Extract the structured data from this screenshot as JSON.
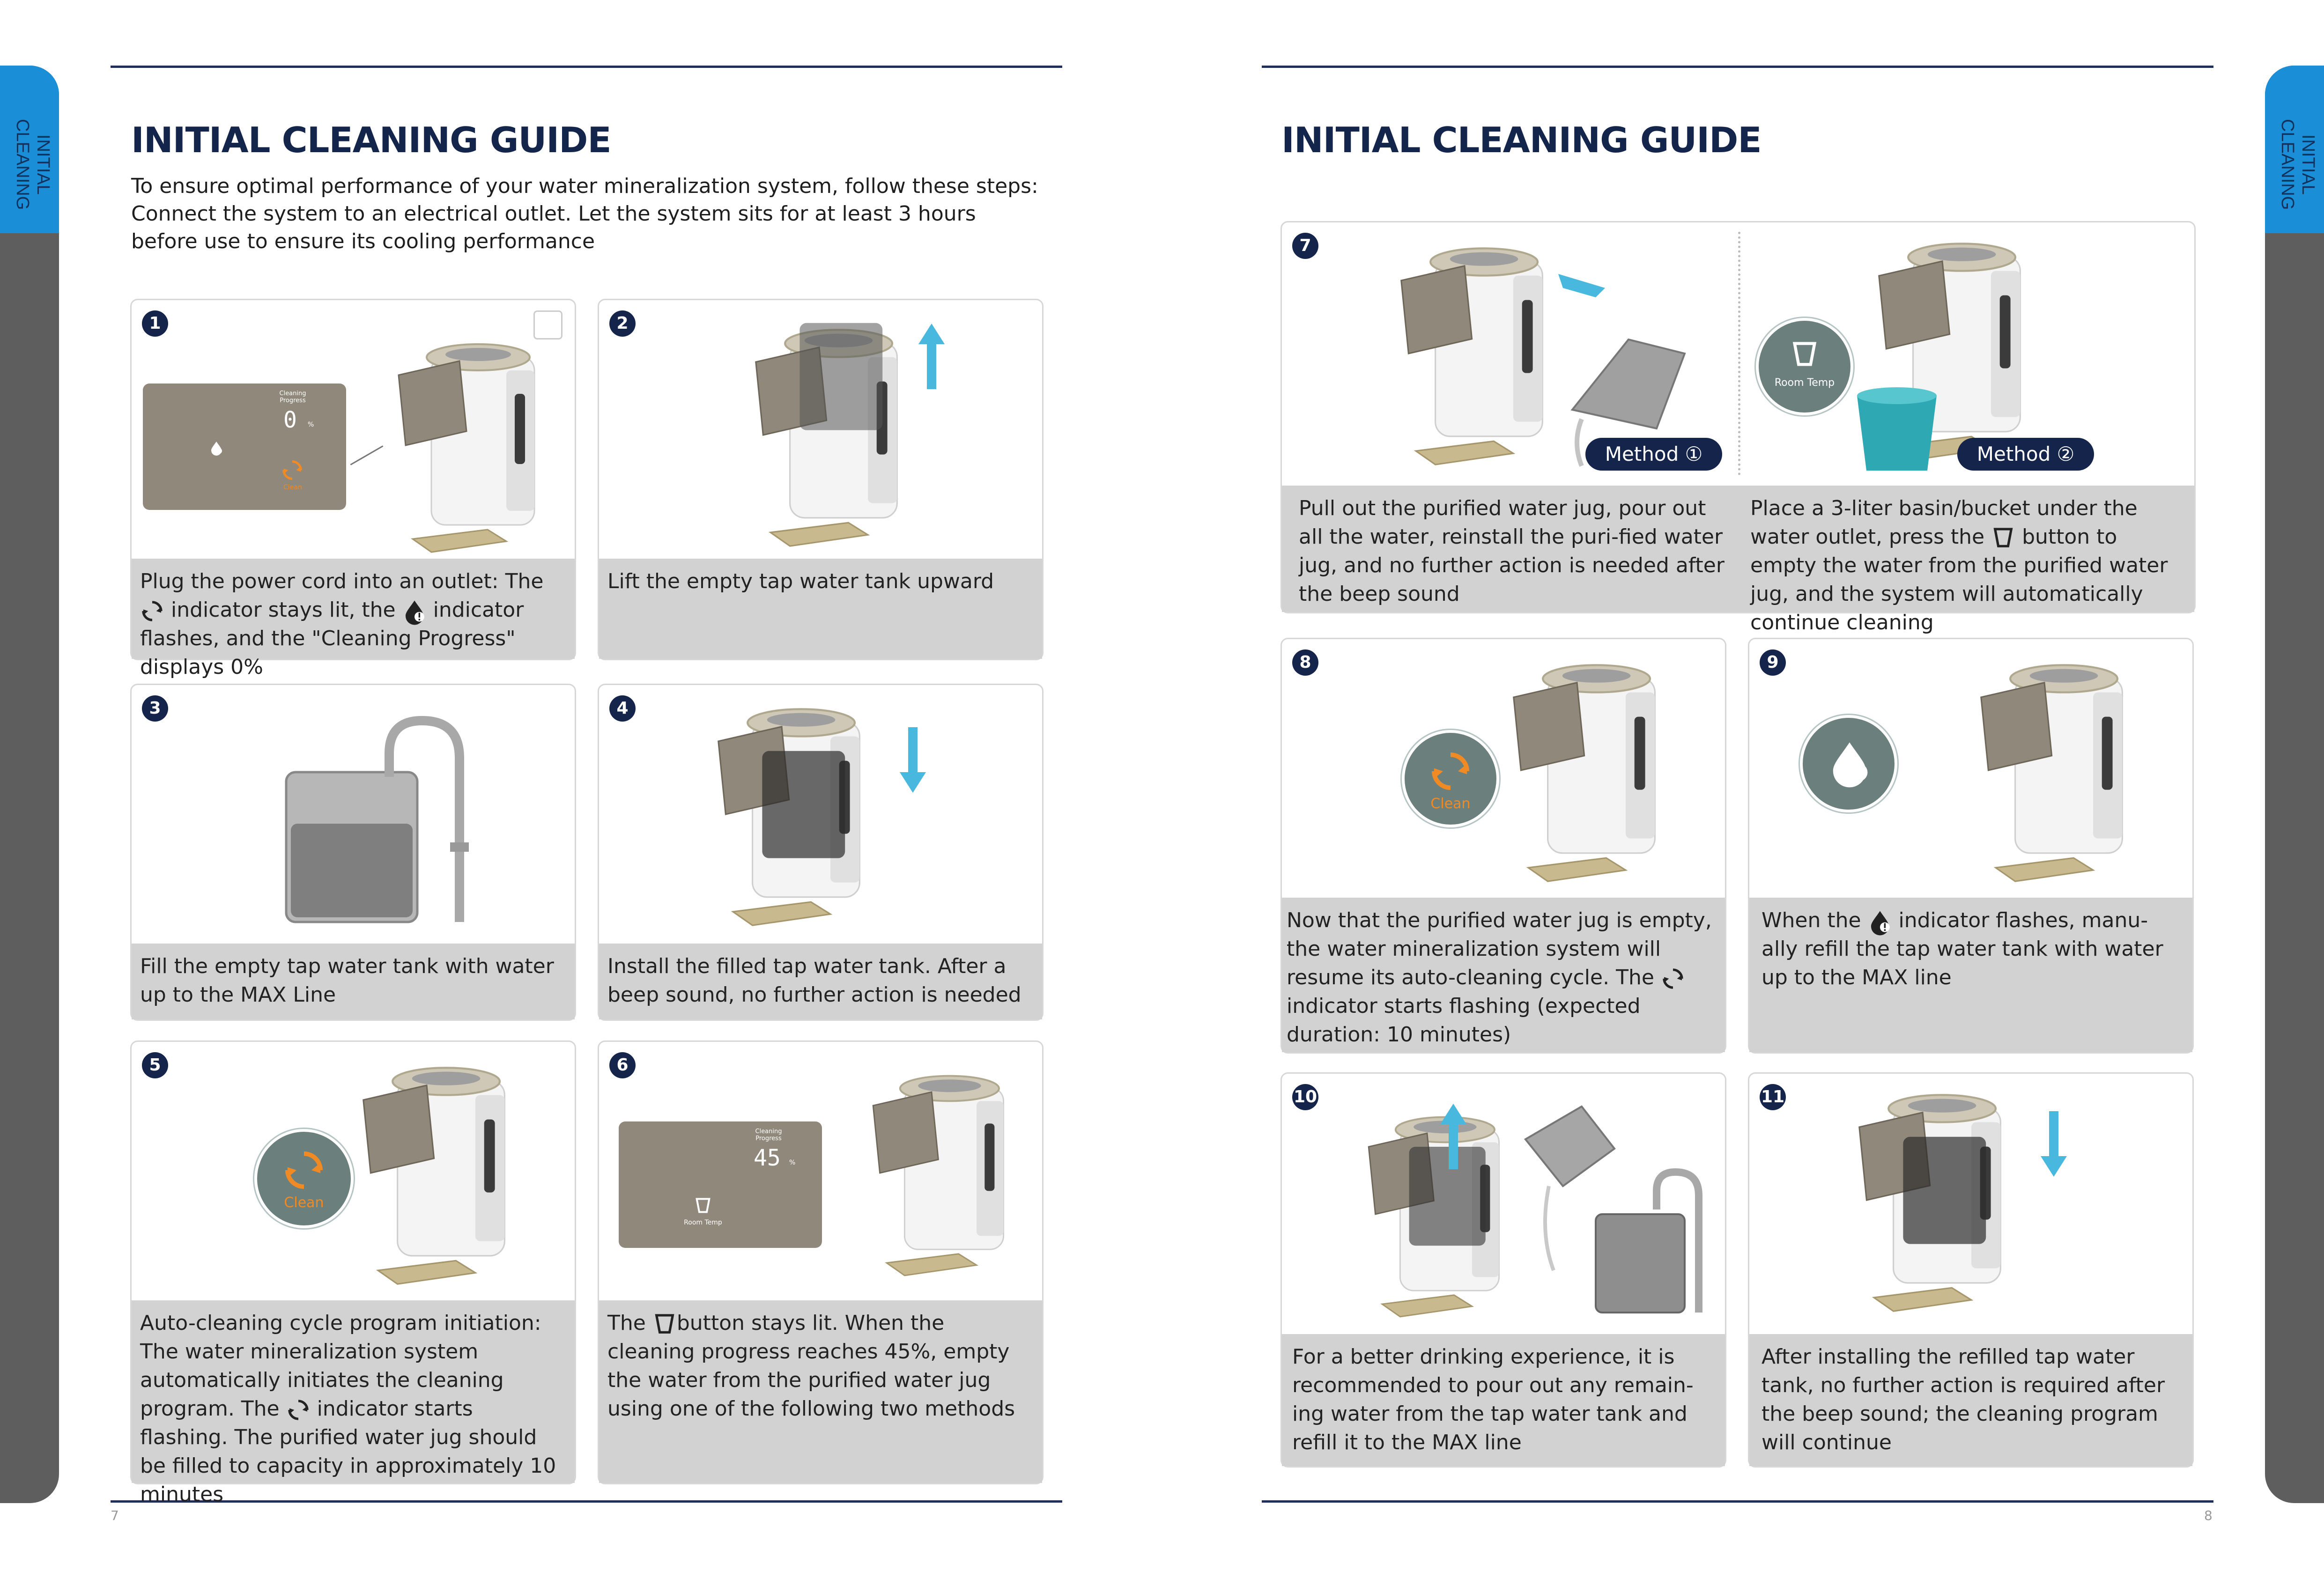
{
  "side_tabs": {
    "left_label": "INITIAL CLEANING",
    "right_label": "INITIAL CLEANING"
  },
  "left_page": {
    "title": "INITIAL CLEANING GUIDE",
    "intro": "To ensure optimal performance of your water mineralization system, follow these steps: Connect the system to an electrical outlet. Let the system sits for at least 3 hours before use to ensure its cooling performance",
    "page_number": "7",
    "steps": [
      {
        "num": "1",
        "caption_a": "Plug the power cord into an outlet: The ",
        "caption_b": " indicator stays lit, the ",
        "caption_c": " indicator flashes, and the \"Cleaning Progress\" displays 0%",
        "panel_label": "Cleaning Progress",
        "panel_value": "0",
        "panel_unit": "%",
        "panel_clean": "Clean"
      },
      {
        "num": "2",
        "caption": "Lift the empty tap water tank upward"
      },
      {
        "num": "3",
        "caption": "Fill the empty tap water tank with water up to the MAX Line"
      },
      {
        "num": "4",
        "caption": "Install the filled tap water tank. After a beep sound, no further action is needed"
      },
      {
        "num": "5",
        "caption_a": "Auto-cleaning cycle program initiation: The water mineralization system automatically initiates the cleaning program. The ",
        "caption_b": " indicator starts flashing. The purified water jug should be filled to capacity in approximately 10 minutes",
        "badge": "Clean"
      },
      {
        "num": "6",
        "caption_a": "The ",
        "caption_b": "button stays lit. When the cleaning progress reaches 45%, empty the water from the purified water jug using one of the following two methods",
        "panel_label": "Cleaning Progress",
        "panel_value": "45",
        "panel_unit": "%",
        "panel_room": "Room Temp"
      }
    ]
  },
  "right_page": {
    "title": "INITIAL CLEANING GUIDE",
    "page_number": "8",
    "steps": [
      {
        "num": "7",
        "method1": "Method ①",
        "method2": "Method ②",
        "badge": "Room Temp",
        "caption1": "Pull out the purified water jug, pour out all the water, reinstall the puri-fied water jug, and no further action is needed after the beep sound",
        "caption2_a": "Place a 3-liter basin/bucket under the water outlet, press the ",
        "caption2_b": " button to empty the water from the purified water jug, and the system will automatically continue cleaning"
      },
      {
        "num": "8",
        "caption_a": "Now that the purified water jug is empty, the water mineralization system will resume its auto-cleaning cycle. The ",
        "caption_b": " indicator starts flashing (expected duration: 10 minutes)",
        "badge": "Clean"
      },
      {
        "num": "9",
        "caption_a": "When the ",
        "caption_b": " indicator flashes, manu-ally refill the tap water tank with water up to the MAX line"
      },
      {
        "num": "10",
        "caption": "For a better drinking experience, it is recommended to pour out any remain-ing water from the tap water tank and refill it to the MAX line"
      },
      {
        "num": "11",
        "caption": "After installing the refilled tap water tank, no further action is required after the beep sound; the cleaning program will continue"
      }
    ]
  },
  "icon_labels": {
    "clean": "Clean",
    "room_temp": "Room Temp"
  },
  "colors": {
    "navy": "#15244a",
    "blue_tab": "#1a8fd8",
    "grey_tab": "#5e5e5e",
    "caption_bg": "#d2d2d2",
    "orange": "#f08a24",
    "teal_badge": "#6b7f7c",
    "arrow_blue": "#49b8df"
  }
}
